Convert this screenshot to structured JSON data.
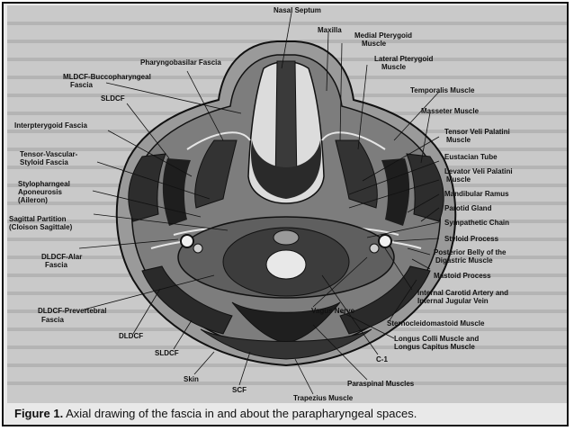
{
  "figure": {
    "caption_label": "Figure 1.",
    "caption_text": "Axial drawing of the fascia in and about the parapharyngeal spaces."
  },
  "labels": {
    "nasal_septum": "Nasal Septum",
    "maxilla": "Maxilla",
    "medial_pterygoid_1": "Medial Pterygoid",
    "medial_pterygoid_2": "Muscle",
    "pharyngobasilar": "Pharyngobasilar Fascia",
    "lateral_pterygoid_1": "Lateral Pterygoid",
    "lateral_pterygoid_2": "Muscle",
    "mldcf_1": "MLDCF-Buccopharyngeal",
    "mldcf_2": "Fascia",
    "sldcf_top": "SLDCF",
    "temporalis": "Temporalis Muscle",
    "masseter": "Masseter Muscle",
    "interpterygoid": "Interpterygoid Fascia",
    "tensor_veli_1": "Tensor Veli Palatini",
    "tensor_veli_2": "Muscle",
    "tensor_vascular_1": "Tensor-Vascular-",
    "tensor_vascular_2": "Styloid Fascia",
    "eustachian": "Eustacian Tube",
    "levator_1": "Levator Veli Palatini",
    "levator_2": "Muscle",
    "stylopharyngeal_1": "Stylopharngeal",
    "stylopharyngeal_2": "Aponeurosis",
    "stylopharyngeal_3": "(Aileron)",
    "mandibular": "Mandibular Ramus",
    "parotid": "Parotid Gland",
    "sagittal_1": "Sagittal Partition",
    "sagittal_2": "(Cloison Sagittale)",
    "sympathetic": "Sympathetic Chain",
    "styloid": "Styloid Process",
    "dldcf_alar_1": "DLDCF-Alar",
    "dldcf_alar_2": "Fascia",
    "posterior_belly_1": "Posterior Belly of the",
    "posterior_belly_2": "Digastric Muscle",
    "mastoid": "Mastoid Process",
    "carotid_1": "Internal Carotid Artery and",
    "carotid_2": "Internal Jugular Vein",
    "dldcf_prev_1": "DLDCF-Prevertebral",
    "dldcf_prev_2": "Fascia",
    "vagus": "Vagus Nerve",
    "scm": "Sternocleidomastoid Muscle",
    "dldcf": "DLDCF",
    "longus_1": "Longus Colli Muscle and",
    "longus_2": "Longus Capitus Muscle",
    "sldcf_bottom": "SLDCF",
    "c1": "C-1",
    "skin": "Skin",
    "scf": "SCF",
    "paraspinal": "Paraspinal Muscles",
    "trapezius": "Trapezius Muscle"
  }
}
